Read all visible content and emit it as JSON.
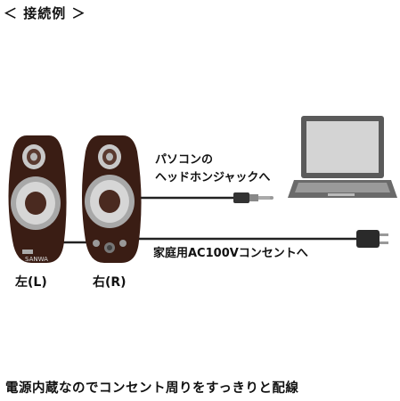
{
  "header": {
    "title": "＜ 接続例 ＞"
  },
  "labels": {
    "pc_line1": "パソコンの",
    "pc_line2": "ヘッドホンジャックへ",
    "outlet": "家庭用AC100Vコンセントへ",
    "left_speaker": "左(L)",
    "right_speaker": "右(R)"
  },
  "caption": "電源内蔵なのでコンセント周りをすっきりと配線",
  "brand_badge": "SANWA",
  "colors": {
    "speaker_body": "#3a1d14",
    "metal": "#c8c8c8",
    "laptop_frame": "#5a5a5a",
    "laptop_screen": "#d4d4d4"
  }
}
